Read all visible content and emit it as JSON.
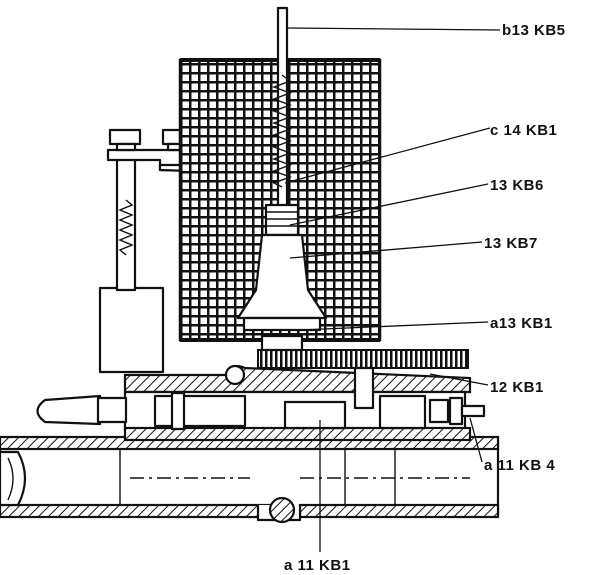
{
  "labels": {
    "b13kb5": "b13 KB5",
    "c14kb1": "c 14 KB1",
    "l13kb6": "13 KB6",
    "l13kb7": "13 KB7",
    "a13kb1": "a13 KB1",
    "l12kb1": "12 KB1",
    "a11kb4": "a 11 KB 4",
    "a11kb1": "a 11 KB1"
  }
}
